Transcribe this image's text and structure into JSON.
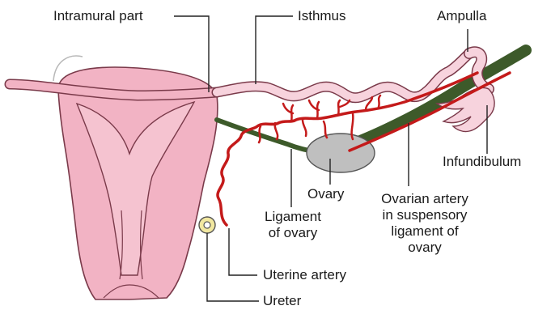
{
  "labels": {
    "intramural": "Intramural part",
    "isthmus": "Isthmus",
    "ampulla": "Ampulla",
    "infundibulum": "Infundibulum",
    "ovary": "Ovary",
    "ligament_l1": "Ligament",
    "ligament_l2": "of ovary",
    "ovarian_l1": "Ovarian artery",
    "ovarian_l2": "in suspensory",
    "ovarian_l3": "ligament of",
    "ovarian_l4": "ovary",
    "uterine": "Uterine artery",
    "ureter": "Ureter"
  },
  "colors": {
    "uterus_fill": "#f2b3c4",
    "uterus_outline": "#7a3a4a",
    "tube_fill": "#f7d3dd",
    "ligament": "#3d5a2a",
    "artery": "#c41a1a",
    "ovary_fill": "#bfbfbf",
    "ureter_fill": "#f2e8a0",
    "leader_line": "#222222"
  }
}
